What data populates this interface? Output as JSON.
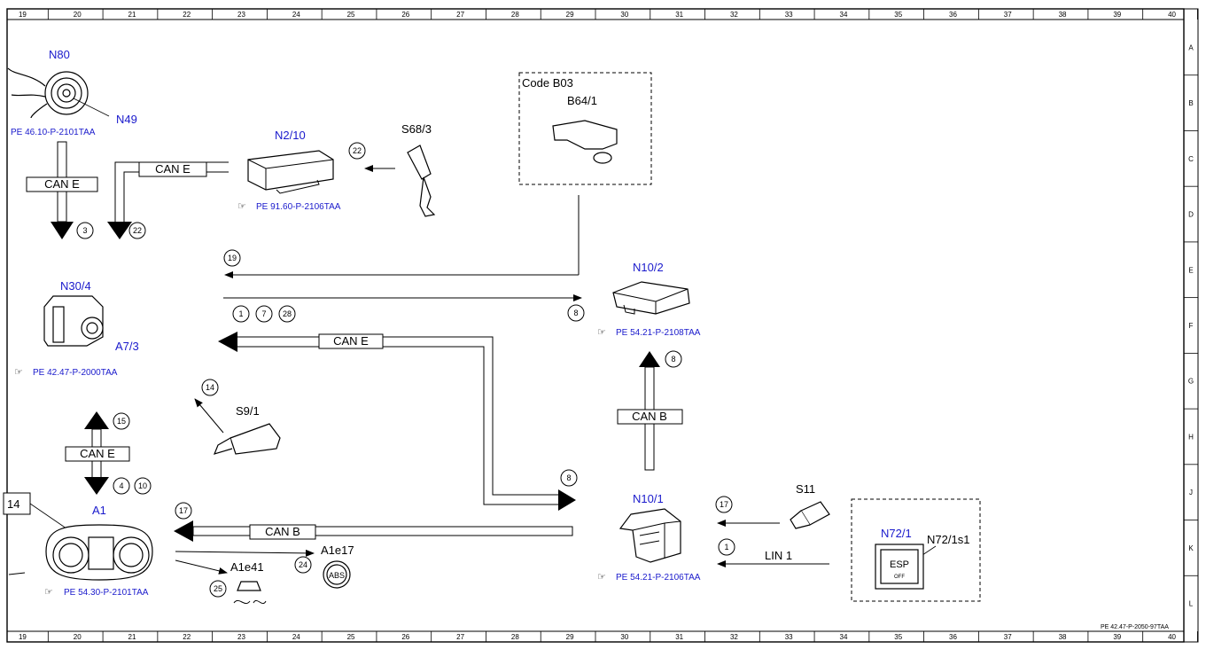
{
  "frame": {
    "columns": [
      "19",
      "20",
      "21",
      "22",
      "23",
      "24",
      "25",
      "26",
      "27",
      "28",
      "29",
      "30",
      "31",
      "32",
      "33",
      "34",
      "35",
      "36",
      "37",
      "38",
      "39",
      "40"
    ],
    "rows": [
      "A",
      "B",
      "C",
      "D",
      "E",
      "F",
      "G",
      "H",
      "J",
      "K",
      "L"
    ],
    "doc_ref": "PE 42.47-P-2050-97TAA"
  },
  "components": {
    "n80": "N80",
    "n49": "N49",
    "n80_ref": "PE 46.10-P-2101TAA",
    "n2_10": "N2/10",
    "n2_10_ref": "PE 91.60-P-2106TAA",
    "s68_3": "S68/3",
    "code_b03": "Code B03",
    "b64_1": "B64/1",
    "n10_2": "N10/2",
    "n10_2_ref": "PE 54.21-P-2108TAA",
    "n30_4": "N30/4",
    "a7_3": "A7/3",
    "n30_4_ref": "PE 42.47-P-2000TAA",
    "s9_1": "S9/1",
    "a1": "A1",
    "a1_box": "14",
    "a1_ref": "PE 54.30-P-2101TAA",
    "a1e17": "A1e17",
    "a1e41": "A1e41",
    "abs": "ABS",
    "n10_1": "N10/1",
    "n10_1_ref": "PE 54.21-P-2106TAA",
    "s11": "S11",
    "n72_1": "N72/1",
    "n72_1s1": "N72/1s1",
    "esp": "ESP",
    "off": "OFF"
  },
  "buses": {
    "can_e": "CAN E",
    "can_b": "CAN B",
    "lin_1": "LIN 1"
  },
  "signals": {
    "s3": "3",
    "s22a": "22",
    "s22b": "22",
    "s19": "19",
    "s1a": "1",
    "s7": "7",
    "s28": "28",
    "s8a": "8",
    "s8b": "8",
    "s8c": "8",
    "s14": "14",
    "s15": "15",
    "s4": "4",
    "s10": "10",
    "s17a": "17",
    "s17b": "17",
    "s24": "24",
    "s25": "25",
    "s1b": "1"
  },
  "icons": {
    "ref_pointer": "pointing-hand-icon"
  }
}
